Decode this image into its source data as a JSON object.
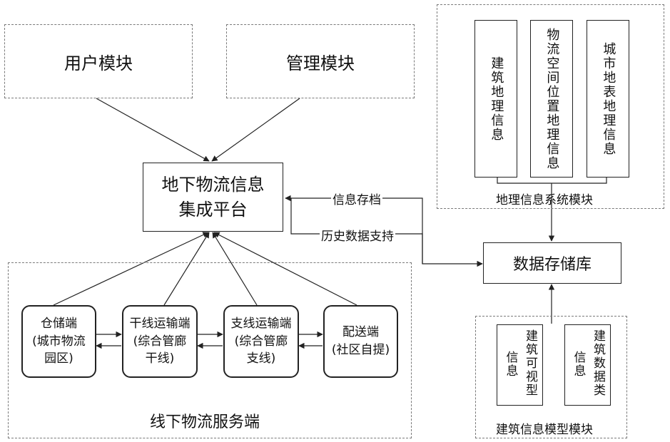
{
  "user_module": "用户模块",
  "admin_module": "管理模块",
  "platform": {
    "line1": "地下物流信息",
    "line2": "集成平台"
  },
  "gis": {
    "label": "地理信息系统模块",
    "items": [
      "建筑地理信息",
      "物流空间位置地理信息",
      "城市地表地理信息"
    ]
  },
  "storage": "数据存储库",
  "edge_archive": "信息存档",
  "edge_history": "历史数据支持",
  "service": {
    "label": "线下物流服务端",
    "nodes": [
      {
        "title": "仓储端",
        "sub1": "(城市物流",
        "sub2": "园区)"
      },
      {
        "title": "干线运输端",
        "sub1": "(综合管廊",
        "sub2": "干线)"
      },
      {
        "title": "支线运输端",
        "sub1": "(综合管廊",
        "sub2": "支线)"
      },
      {
        "title": "配送端",
        "sub1": "(社区自提)",
        "sub2": ""
      }
    ]
  },
  "bim": {
    "label": "建筑信息模型模块",
    "items": [
      {
        "col1": "建筑可视型",
        "col2": "信息"
      },
      {
        "col1": "建筑数据类",
        "col2": "信息"
      }
    ]
  }
}
